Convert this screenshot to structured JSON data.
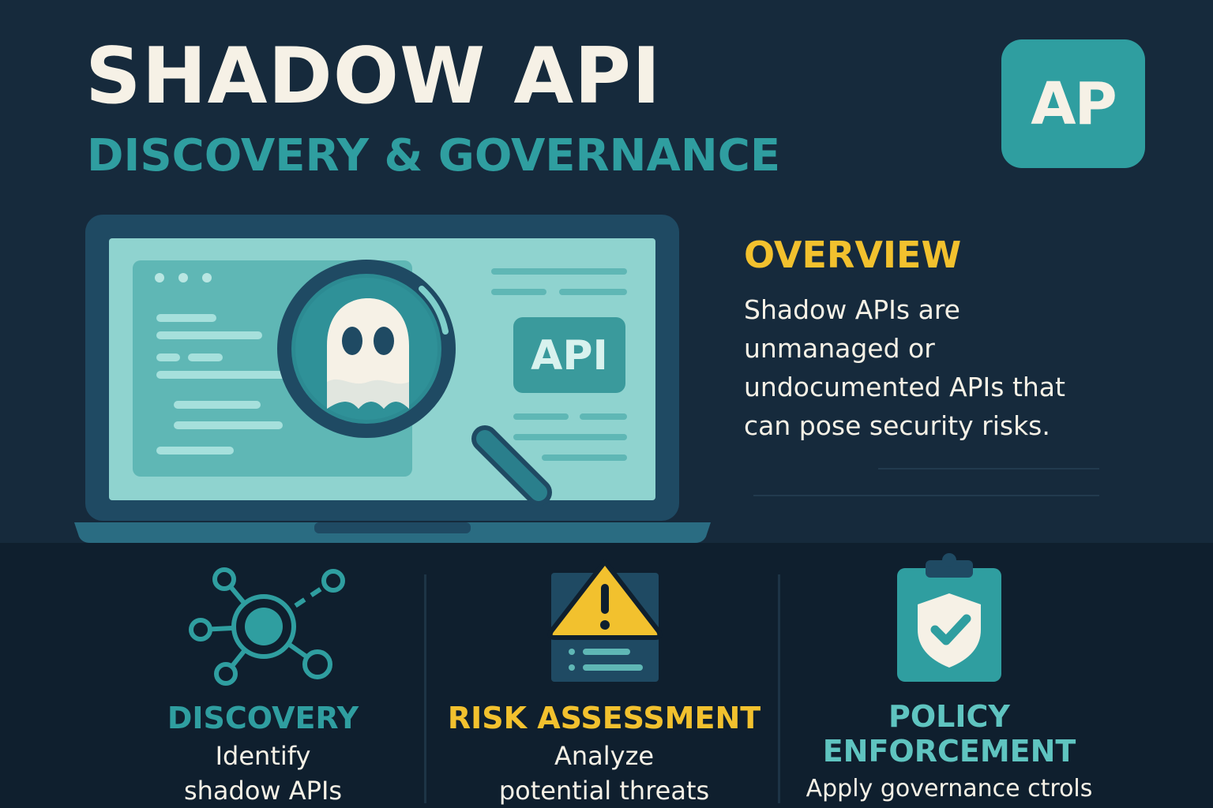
{
  "header": {
    "title": "SHADOW API",
    "subtitle": "DISCOVERY & GOVERNANCE",
    "logo_text": "AP"
  },
  "illustration": {
    "api_badge": "API"
  },
  "overview": {
    "heading": "OVERVIEW",
    "text": "Shadow APIs are unmanaged or undocumented APIs that can pose security risks."
  },
  "features": [
    {
      "title": "DISCOVERY",
      "description": [
        "Identify",
        "shadow APIs"
      ],
      "color": "#2f9ea0",
      "icon": "network-icon"
    },
    {
      "title": "RISK ASSESSMENT",
      "description": [
        "Analyze",
        "potential threats"
      ],
      "color": "#f2c12e",
      "icon": "warning-icon"
    },
    {
      "title_lines": [
        "POLICY",
        "ENFORCEMENT"
      ],
      "description": [
        "Apply governance ctrols"
      ],
      "color": "#5fc4c0",
      "icon": "shield-check-icon"
    }
  ],
  "colors": {
    "background": "#162a3c",
    "accent_teal": "#2f9ea0",
    "accent_yellow": "#f2c12e",
    "text_light": "#f6f1e6"
  }
}
